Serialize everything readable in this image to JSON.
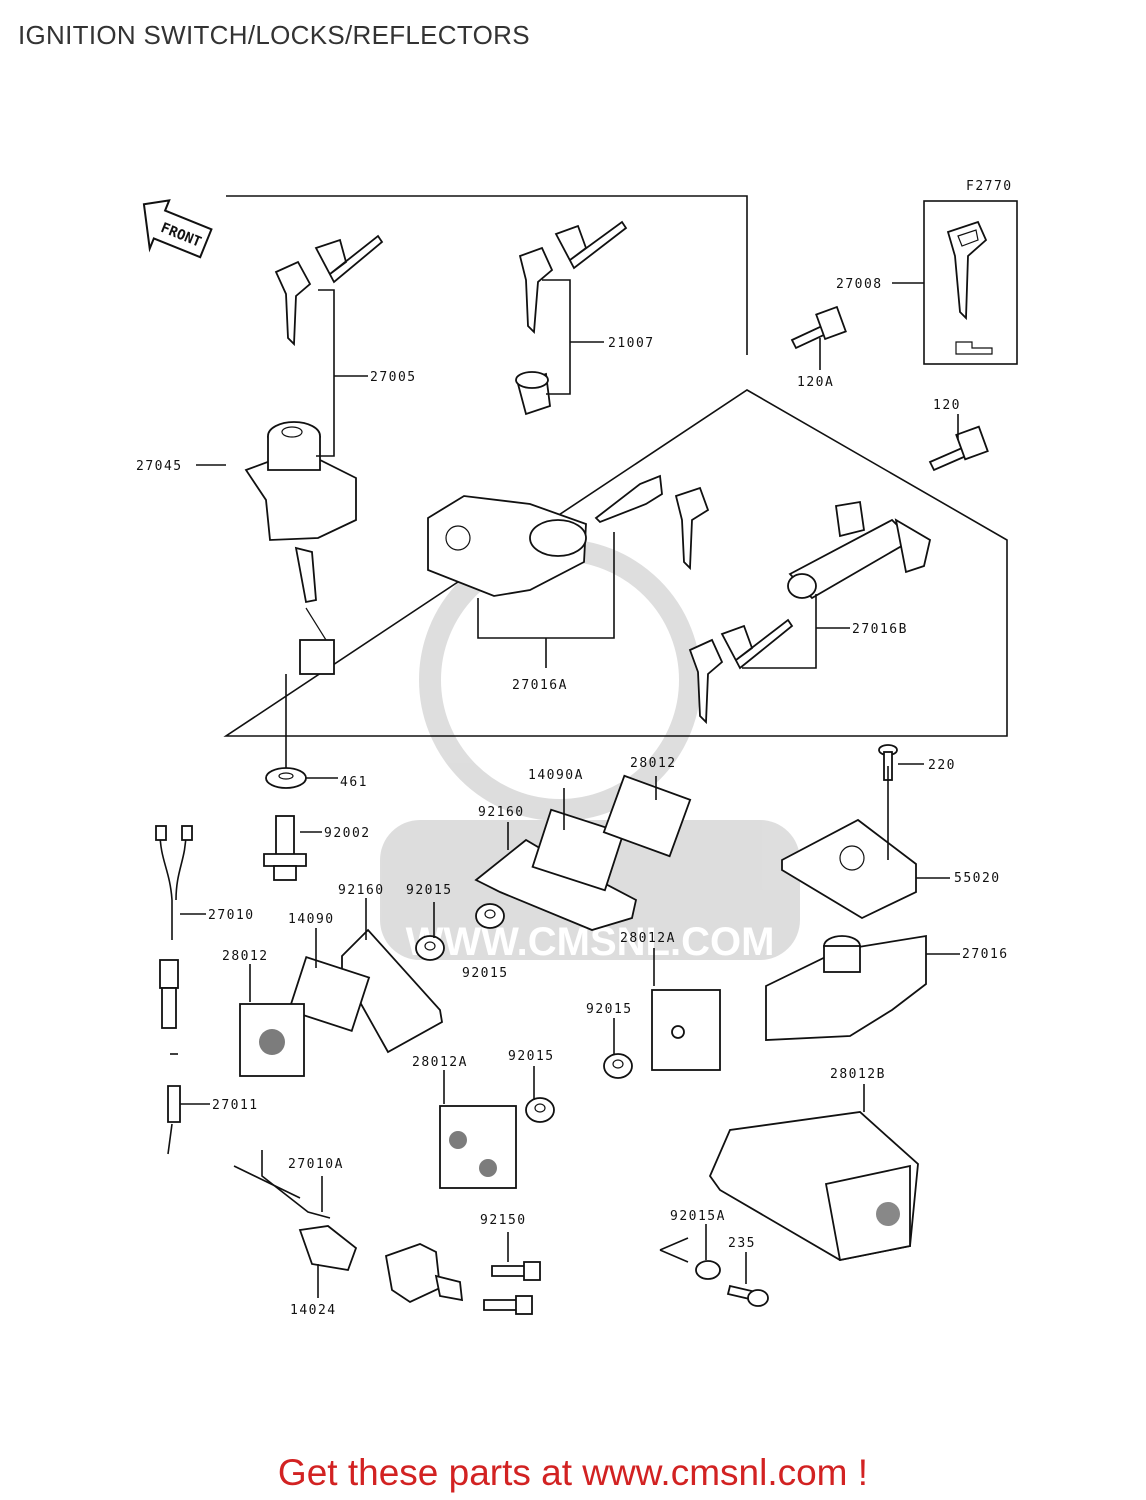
{
  "page": {
    "title": "IGNITION SWITCH/LOCKS/REFLECTORS"
  },
  "diagram": {
    "figure_code": "F2770",
    "front_label": "FRONT",
    "watermark": "WWW.CMSNL.COM",
    "parts": {
      "p27008": "27008",
      "p27005": "27005",
      "p21007": "21007",
      "p120A": "120A",
      "p120": "120",
      "p27045": "27045",
      "p27016B": "27016B",
      "p27016A": "27016A",
      "p461": "461",
      "p220": "220",
      "p14090A": "14090A",
      "p28012_top": "28012",
      "p92160_top": "92160",
      "p92002": "92002",
      "p55020": "55020",
      "p27010": "27010",
      "p92160_mid": "92160",
      "p92015_mid": "92015",
      "p14090": "14090",
      "p28012_left": "28012",
      "p92015_lowmid": "92015",
      "p28012A_mid": "28012A",
      "p27016": "27016",
      "p92015_right": "92015",
      "p92015_low": "92015",
      "p28012A_low": "28012A",
      "p28012B": "28012B",
      "p27011": "27011",
      "p27010A": "27010A",
      "p92150": "92150",
      "p92015A": "92015A",
      "p235": "235",
      "p14024": "14024"
    }
  },
  "footer": {
    "cta": "Get these parts at www.cmsnl.com !"
  }
}
